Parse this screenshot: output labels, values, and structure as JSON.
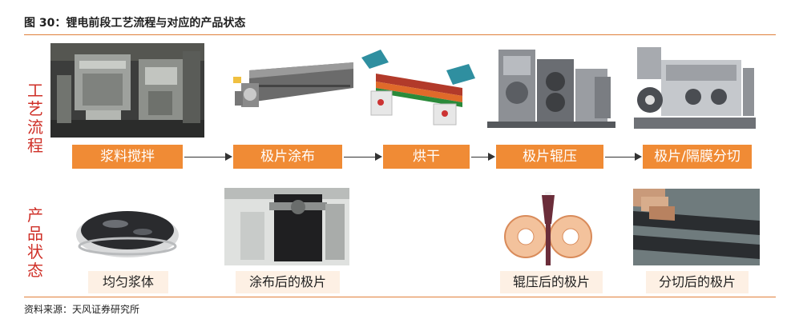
{
  "header": {
    "title": "图 30：锂电前段工艺流程与对应的产品状态"
  },
  "row_labels": {
    "process": [
      "工",
      "艺",
      "流",
      "程"
    ],
    "product": [
      "产",
      "品",
      "状",
      "态"
    ]
  },
  "process_steps": [
    "浆料搅拌",
    "极片涂布",
    "烘干",
    "极片辊压",
    "极片/隔膜分切"
  ],
  "product_states": [
    "均匀浆体",
    "涂布后的极片",
    "辊压后的极片",
    "分切后的极片"
  ],
  "footer": {
    "source": "资料来源：天风证券研究所"
  },
  "colors": {
    "accent_orange": "#f08b35",
    "label_red": "#cf2f27",
    "product_box_bg": "#fdf0e4"
  }
}
